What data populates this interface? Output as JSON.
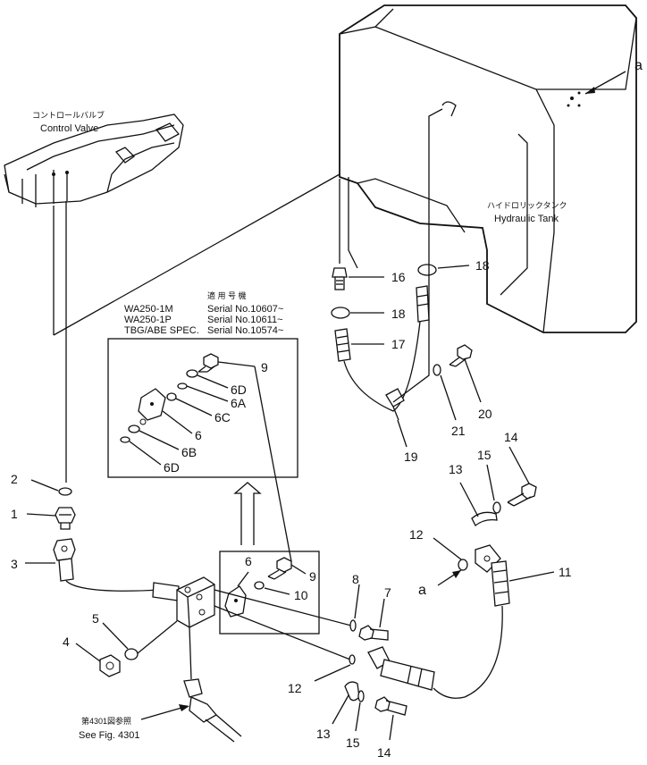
{
  "labels": {
    "control_valve_jp": "コントロールバルブ",
    "control_valve_en": "Control Valve",
    "hydraulic_tank_jp": "ハイドロリックタンク",
    "hydraulic_tank_en": "Hydraulic Tank",
    "see_fig_jp": "第4301図参照",
    "see_fig_en": "See Fig. 4301",
    "view_a_top": "a",
    "view_a_left": "a"
  },
  "serial_table": {
    "header_jp": "適 用 号 機",
    "rows": [
      {
        "model": "WA250-1M",
        "serial": "Serial No.10607~"
      },
      {
        "model": "WA250-1P",
        "serial": "Serial No.10611~"
      },
      {
        "model": "TBG/ABE SPEC.",
        "serial": "Serial No.10574~"
      }
    ]
  },
  "callouts": {
    "inset_9": "9",
    "inset_6D_top": "6D",
    "inset_6A": "6A",
    "inset_6C": "6C",
    "inset_6": "6",
    "inset_6B": "6B",
    "inset_6D_bottom": "6D",
    "p16": "16",
    "p18_top": "18",
    "p18_mid": "18",
    "p17": "17",
    "p9": "9",
    "p20": "20",
    "p21": "21",
    "p19": "19",
    "p14_right": "14",
    "p15_right": "15",
    "p13_right": "13",
    "p12_right": "12",
    "p11": "11",
    "p2": "2",
    "p1": "1",
    "p3": "3",
    "p4": "4",
    "p5": "5",
    "p6": "6",
    "p9_small": "9",
    "p10": "10",
    "p8": "8",
    "p7": "7",
    "p12_bottom": "12",
    "p13_bottom": "13",
    "p15_bottom": "15",
    "p14_bottom": "14"
  }
}
